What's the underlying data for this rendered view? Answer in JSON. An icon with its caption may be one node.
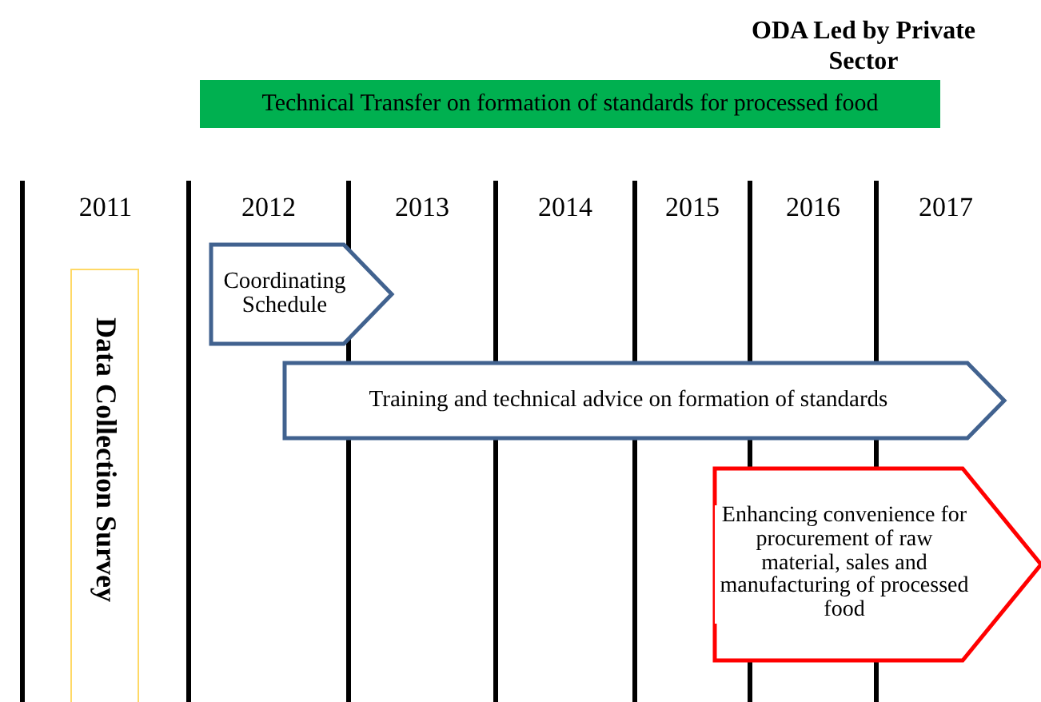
{
  "diagram": {
    "nodes": [
      {
        "text": [
          "Technical Transfer on formation of standards for processed food"
        ]
      },
      {
        "text": [
          "Data Collection Survey"
        ]
      },
      {
        "text": [
          "Coordinating Schedule"
        ]
      },
      {
        "text": [
          "Training and technical advice on formation of standards"
        ]
      },
      {
        "text": [
          "Enhancing convenience for procurement of raw material, sales and manufacturing of processed food"
        ]
      }
    ],
    "labels": [
      "ODA Led by Private Sector",
      "2011",
      "2012",
      "2013",
      "2014",
      "2015",
      "2016",
      "2017"
    ]
  }
}
